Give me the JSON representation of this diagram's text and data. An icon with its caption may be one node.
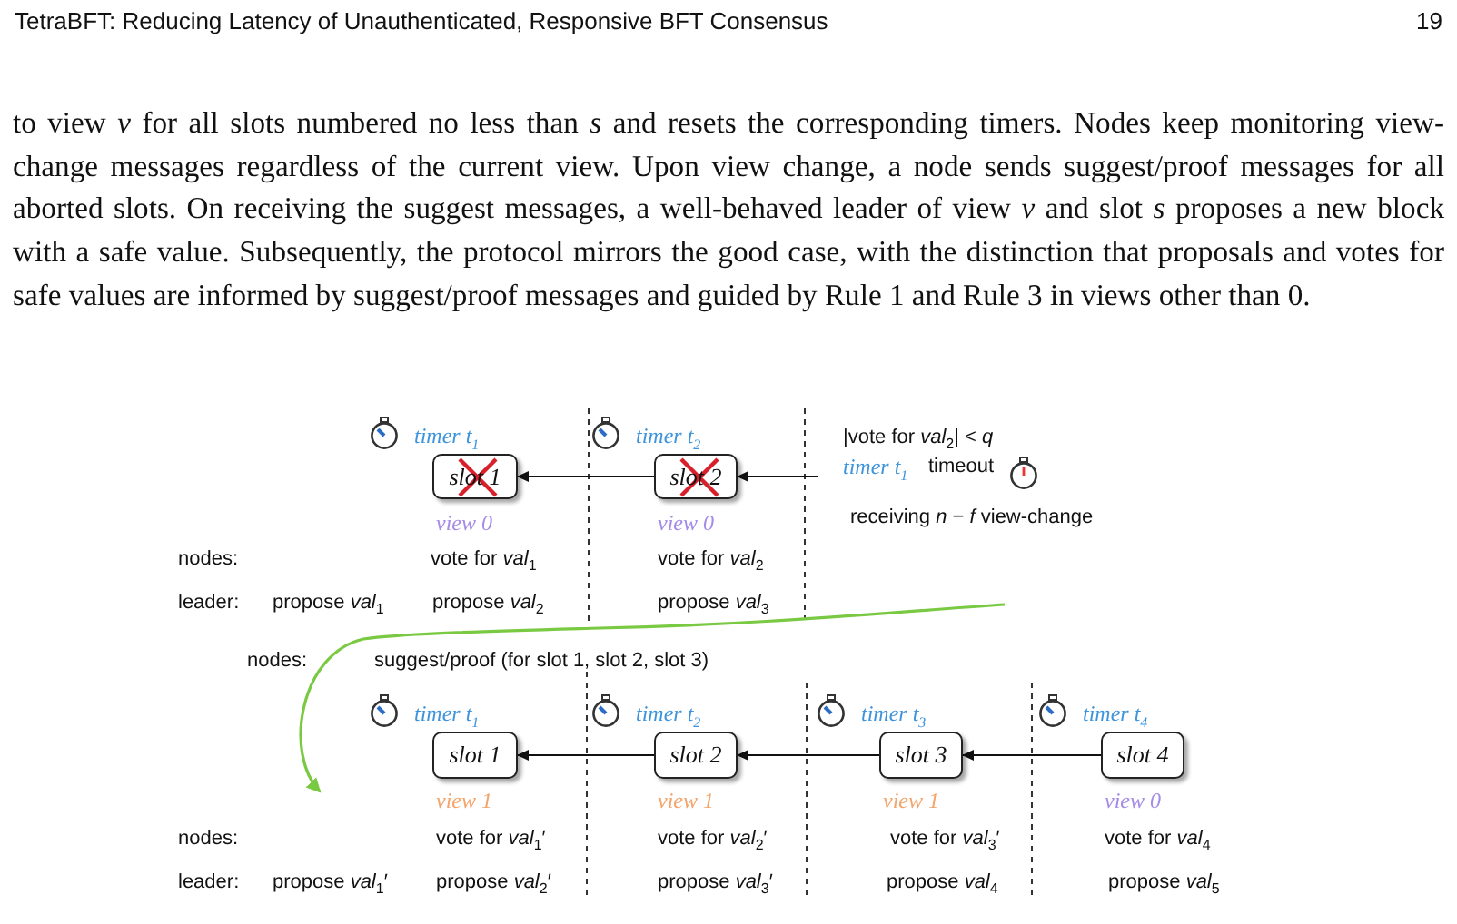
{
  "diagram": {
    "nodes": [
      {
        "text": [
          "slot 1"
        ],
        "beside": [
          "timer t$_{1}$",
          "view 0"
        ]
      },
      {
        "text": [
          "slot 2"
        ],
        "beside": [
          "timer t$_{2}$",
          "view 0"
        ]
      },
      {
        "text": [
          "slot 1"
        ],
        "beside": [
          "timer t$_{1}$",
          "view 1"
        ]
      },
      {
        "text": [
          "slot 2"
        ],
        "beside": [
          "timer t$_{2}$",
          "view 1"
        ]
      },
      {
        "text": [
          "slot 3"
        ],
        "beside": [
          "timer t$_{3}$",
          "view 1"
        ]
      },
      {
        "text": [
          "slot 4"
        ],
        "beside": [
          "timer t$_{4}$",
          "view 0"
        ]
      }
    ],
    "edges": [
      {
        "from": 1,
        "to": 0,
        "arrow": "to"
      },
      {
        "from": null,
        "to": 1,
        "arrow": "to"
      },
      {
        "from": 3,
        "to": 2,
        "arrow": "to"
      },
      {
        "from": 4,
        "to": 3,
        "arrow": "to"
      },
      {
        "from": 5,
        "to": 4,
        "arrow": "to"
      }
    ],
    "labels": [
      "TetraBFT: Reducing Latency of Unauthenticated, Responsive BFT Consensus",
      "19",
      "to view *v* for all slots numbered no less than *s* and resets the corresponding timers. Nodes keep monitoring view-change messages regardless of the current view. Upon view change, a node sends suggest/proof messages for all aborted slots. On receiving the suggest messages, a well-behaved leader of view *v* and slot *s* proposes a new block with a safe value. Subsequently, the protocol mirrors the good case, with the distinction that proposals and votes for safe values are informed by suggest/proof messages and guided by Rule 1 and Rule 3 in views other than 0.",
      "|vote for *val*$_{2}$| < *q*",
      "timer t$_{1}$",
      "timeout",
      "receiving *n* − *f* view-change",
      "nodes:",
      "vote for *val*$_{1}$",
      "vote for *val*$_{2}$",
      "leader:",
      "propose *val*$_{1}$",
      "propose *val*$_{2}$",
      "propose *val*$_{3}$",
      "nodes:",
      "suggest/proof (for slot 1, slot 2, slot 3)",
      "nodes:",
      "vote for *val*$_{1}$′",
      "vote for *val*$_{2}$′",
      "vote for *val*$_{3}$′",
      "vote for *val*$_{4}$",
      "leader:",
      "propose *val*$_{1}$′",
      "propose *val*$_{2}$′",
      "propose *val*$_{3}$′",
      "propose *val*$_{4}$",
      "propose *val*$_{5}$"
    ]
  }
}
